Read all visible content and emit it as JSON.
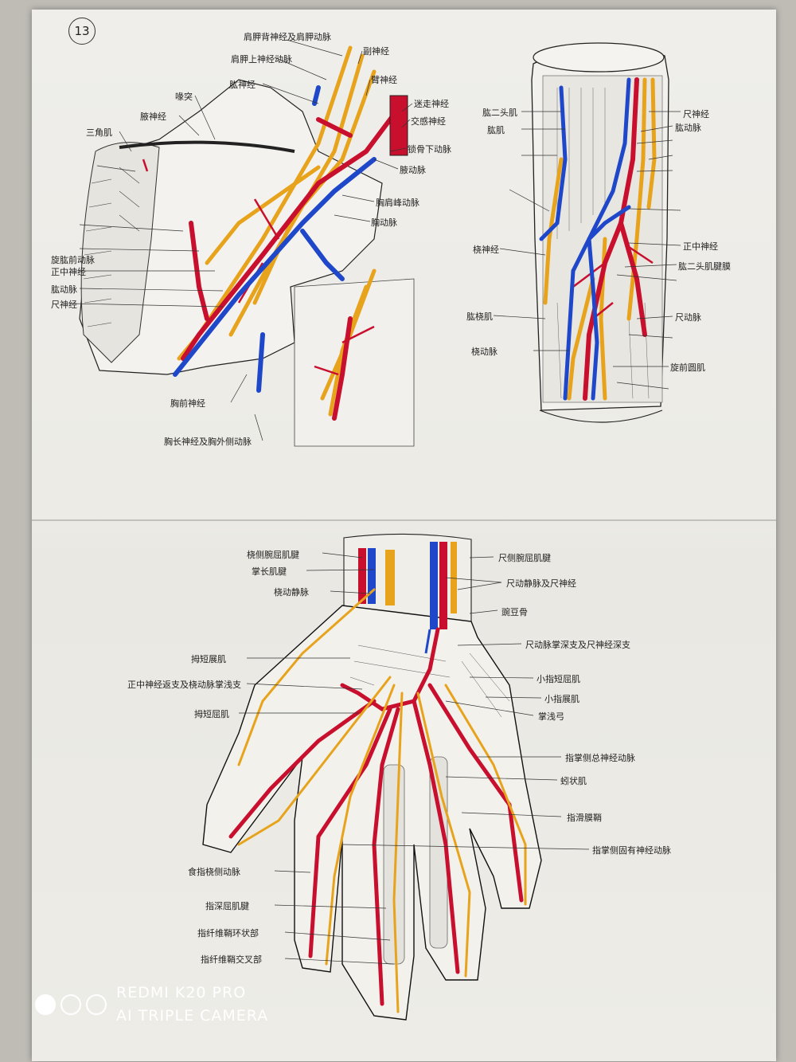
{
  "page_number": "13",
  "shoulder_labels": [
    "肩胛背神经及肩胛动脉",
    "肩胛上神经动脉",
    "肱神经",
    "副神经",
    "臂神经",
    "迷走神经",
    "交感神经",
    "锁骨下动脉",
    "腋动脉",
    "胸肩峰动脉",
    "胸动脉",
    "腋神经",
    "三角肌",
    "喙突",
    "旋肱前动脉",
    "正中神经",
    "肱动脉",
    "尺神经",
    "胸前神经",
    "胸长神经及胸外侧动脉"
  ],
  "elbow_labels": [
    "肱二头肌",
    "肱肌",
    "尺神经",
    "肱动脉",
    "桡神经",
    "肱桡肌",
    "正中神经",
    "肱二头肌腱膜",
    "尺动脉",
    "旋前圆肌",
    "桡动脉"
  ],
  "hand_labels": [
    "桡侧腕屈肌腱",
    "掌长肌腱",
    "桡动静脉",
    "尺侧腕屈肌腱",
    "尺动静脉及尺神经",
    "豌豆骨",
    "尺动脉掌深支及尺神经深支",
    "拇短展肌",
    "正中神经返支及桡动脉掌浅支",
    "拇短屈肌",
    "小指短屈肌",
    "小指展肌",
    "掌浅弓",
    "指掌侧总神经动脉",
    "蚓状肌",
    "指滑膜鞘",
    "指掌侧固有神经动脉",
    "食指桡侧动脉",
    "指深屈肌腱",
    "指纤维鞘环状部",
    "指纤维鞘交叉部"
  ],
  "camera_watermark": {
    "line1": "REDMI K20 PRO",
    "line2": "AI TRIPLE CAMERA"
  },
  "colors": {
    "artery": "#c8102e",
    "vein": "#1f47c9",
    "nerve": "#e8a31c",
    "paper": "#eeede9",
    "ink": "#1a1a1a"
  }
}
